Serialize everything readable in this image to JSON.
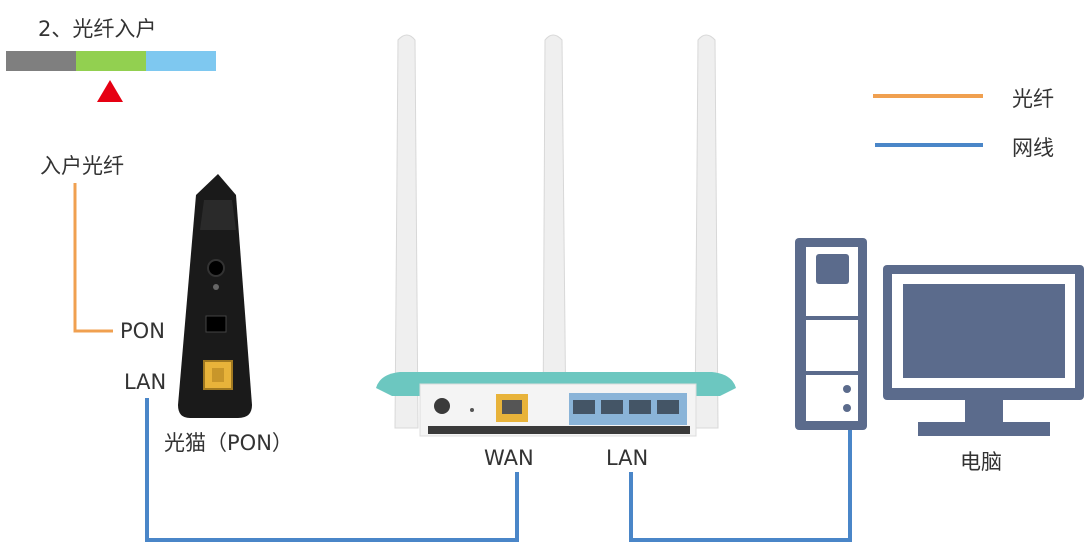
{
  "step": {
    "title": "2、光纤入户",
    "segments": [
      {
        "color": "#7f7f7f"
      },
      {
        "color": "#92d050"
      },
      {
        "color": "#7ec8f0"
      }
    ],
    "marker_color": "#e60012"
  },
  "legend": [
    {
      "label": "光纤",
      "color": "#f0a050"
    },
    {
      "label": "网线",
      "color": "#4a86c8"
    }
  ],
  "labels": {
    "incoming_fiber": "入户光纤",
    "pon_port": "PON",
    "lan_port_modem": "LAN",
    "modem": "光猫（PON）",
    "wan_port_router": "WAN",
    "lan_port_router": "LAN",
    "computer": "电脑"
  },
  "colors": {
    "fiber": "#f0a050",
    "cable": "#4a86c8",
    "computer": "#5b6b8c",
    "router_accent": "#6cc7c0",
    "wan_port": "#e8b33a"
  }
}
